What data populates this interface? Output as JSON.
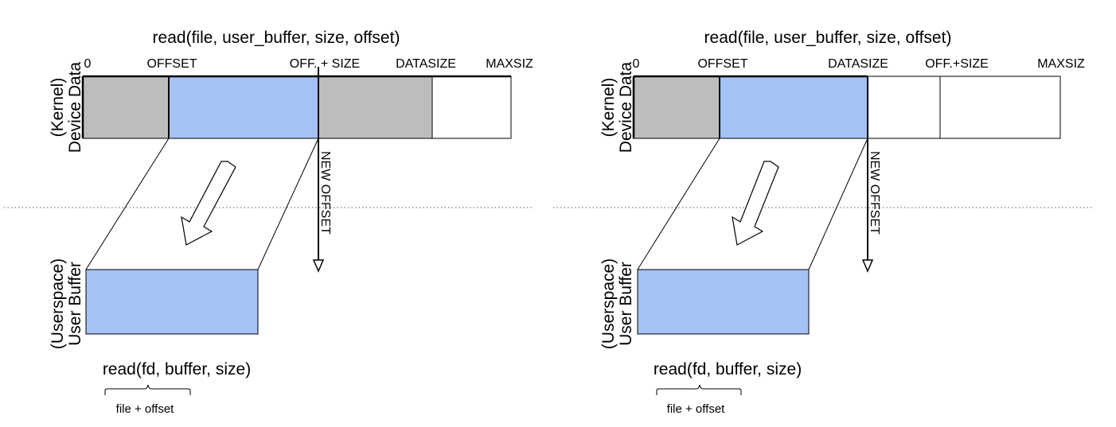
{
  "colors": {
    "grey": "#bdbdbd",
    "blue": "#a4c2f4",
    "white": "#ffffff",
    "line": "#000000",
    "separator": "#808080"
  },
  "icons": {
    "copy_arrow": "hollow-arrow-down-left-icon",
    "offset_arrow": "arrow-down-icon"
  },
  "diagrams": [
    {
      "top_call": "read(file, user_buffer, size, offset)",
      "kernel_label_1": "(Kernel)",
      "kernel_label_2": "Device Data",
      "user_label_1": "(Userspace)",
      "user_label_2": "User Buffer",
      "new_offset": "NEW OFFSET",
      "bottom_call": "read(fd, buffer, size)",
      "brace_label": "file + offset",
      "markers": [
        "0",
        "OFFSET",
        "OFF. + SIZE",
        "DATASIZE",
        "MAXSIZ"
      ]
    },
    {
      "top_call": "read(file, user_buffer, size, offset)",
      "kernel_label_1": "(Kernel)",
      "kernel_label_2": "Device Data",
      "user_label_1": "(Userspace)",
      "user_label_2": "User Buffer",
      "new_offset": "NEW OFFSET",
      "bottom_call": "read(fd, buffer, size)",
      "brace_label": "file + offset",
      "markers": [
        "0",
        "OFFSET",
        "DATASIZE",
        "OFF.+SIZE",
        "MAXSIZ"
      ]
    }
  ]
}
